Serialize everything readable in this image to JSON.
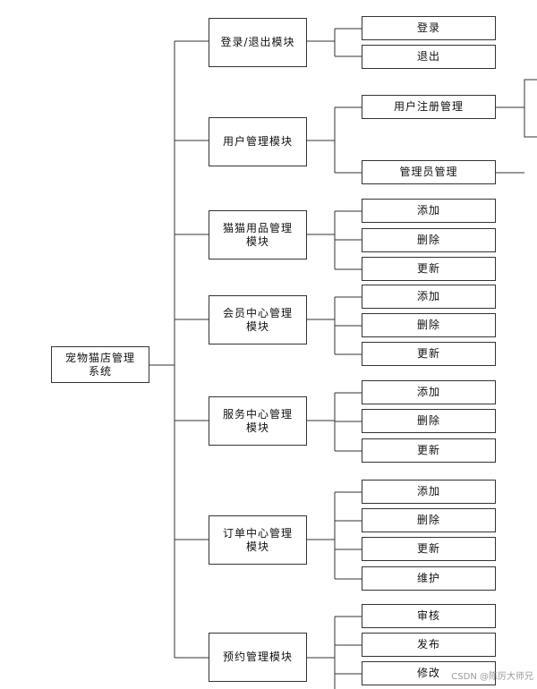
{
  "root": {
    "label": "宠物猫店管理\n系统"
  },
  "modules": [
    {
      "id": "login",
      "label": "登录/退出模块",
      "children": [
        "登录",
        "退出"
      ]
    },
    {
      "id": "user",
      "label": "用户管理模块",
      "children": [
        "用户注册管理",
        "管理员管理"
      ]
    },
    {
      "id": "supplies",
      "label": "猫猫用品管理\n模块",
      "children": [
        "添加",
        "删除",
        "更新"
      ]
    },
    {
      "id": "member",
      "label": "会员中心管理\n模块",
      "children": [
        "添加",
        "删除",
        "更新"
      ]
    },
    {
      "id": "service",
      "label": "服务中心管理\n模块",
      "children": [
        "添加",
        "删除",
        "更新"
      ]
    },
    {
      "id": "order",
      "label": "订单中心管理\n模块",
      "children": [
        "添加",
        "删除",
        "更新",
        "维护"
      ]
    },
    {
      "id": "booking",
      "label": "预约管理模块",
      "children": [
        "审核",
        "发布",
        "修改"
      ]
    }
  ],
  "watermark": "CSDN @陈厉大师兄"
}
